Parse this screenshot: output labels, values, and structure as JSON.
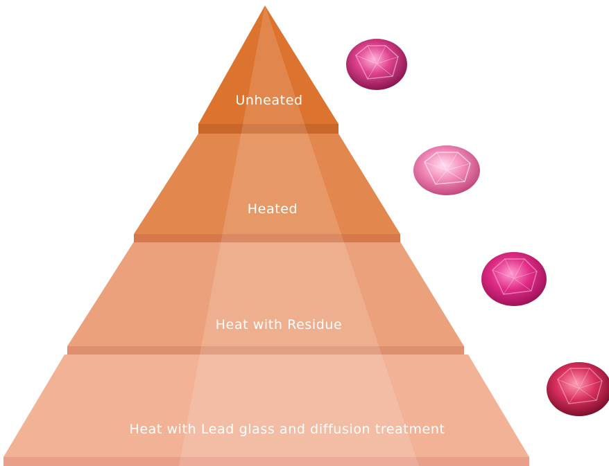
{
  "diagram": {
    "tiers": [
      {
        "label": "Unheated",
        "color": "#dc7430",
        "band": "#c9672a",
        "gem": "ruby-gem-unheated"
      },
      {
        "label": "Heated",
        "color": "#e2874d",
        "band": "#d5784a",
        "gem": "ruby-gem-heated"
      },
      {
        "label": "Heat with Residue",
        "color": "#eba27c",
        "band": "#dd8f6e",
        "gem": "ruby-gem-residue"
      },
      {
        "label": "Heat with Lead glass and diffusion treatment",
        "color": "#f1b296",
        "band": "#e8a08a",
        "gem": "ruby-gem-lead-glass"
      }
    ],
    "highlight_color": "#ffffff"
  }
}
